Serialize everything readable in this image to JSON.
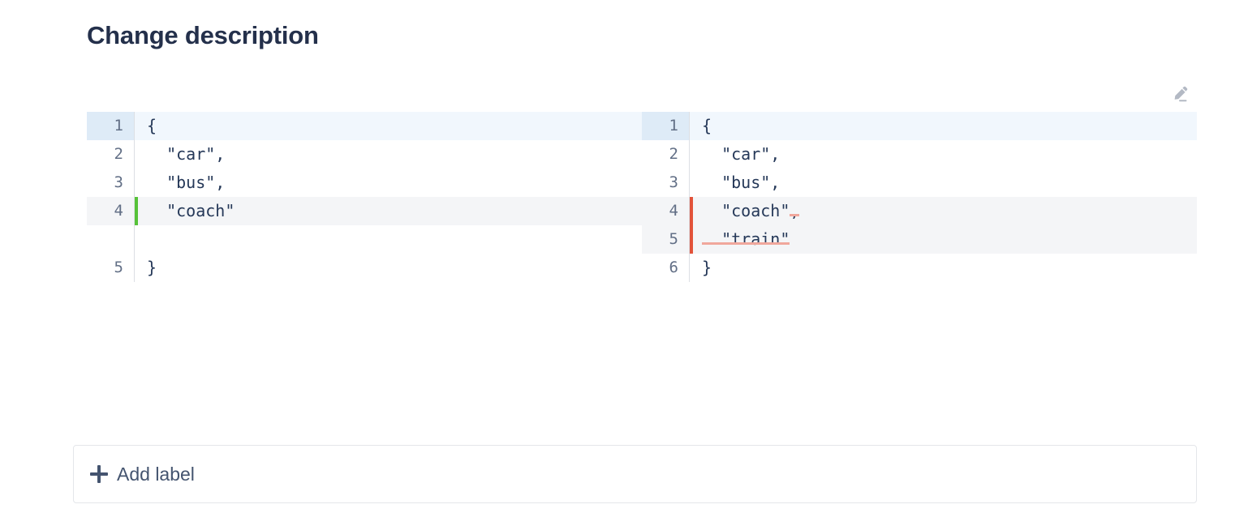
{
  "page": {
    "title": "Change description"
  },
  "diff": {
    "edit_icon": "pencil-edit-icon",
    "left": {
      "lines": [
        {
          "num": "1",
          "text": "{",
          "state": "blue"
        },
        {
          "num": "2",
          "text": "  \"car\",",
          "state": "normal"
        },
        {
          "num": "3",
          "text": "  \"bus\",",
          "state": "normal"
        },
        {
          "num": "4",
          "text": "  \"coach\"",
          "state": "added"
        },
        {
          "num": "",
          "text": "",
          "state": "spacer"
        },
        {
          "num": "5",
          "text": "}",
          "state": "normal"
        }
      ]
    },
    "right": {
      "lines": [
        {
          "num": "1",
          "text": "{",
          "state": "blue"
        },
        {
          "num": "2",
          "text": "  \"car\",",
          "state": "normal"
        },
        {
          "num": "3",
          "text": "  \"bus\",",
          "state": "normal"
        },
        {
          "num": "4",
          "text": "  \"coach\"",
          "ins": ",",
          "state": "changed"
        },
        {
          "num": "5",
          "text": "",
          "ins": "  \"train\"",
          "state": "changed"
        },
        {
          "num": "6",
          "text": "}",
          "state": "normal"
        }
      ]
    },
    "colors": {
      "added_marker": "#56c238",
      "removed_marker": "#e2533a",
      "insert_underline": "#f0a79c",
      "focus_row": "#deebf7",
      "change_row": "#f4f5f7"
    }
  },
  "footer": {
    "add_label": "Add label",
    "add_icon": "plus-icon"
  }
}
